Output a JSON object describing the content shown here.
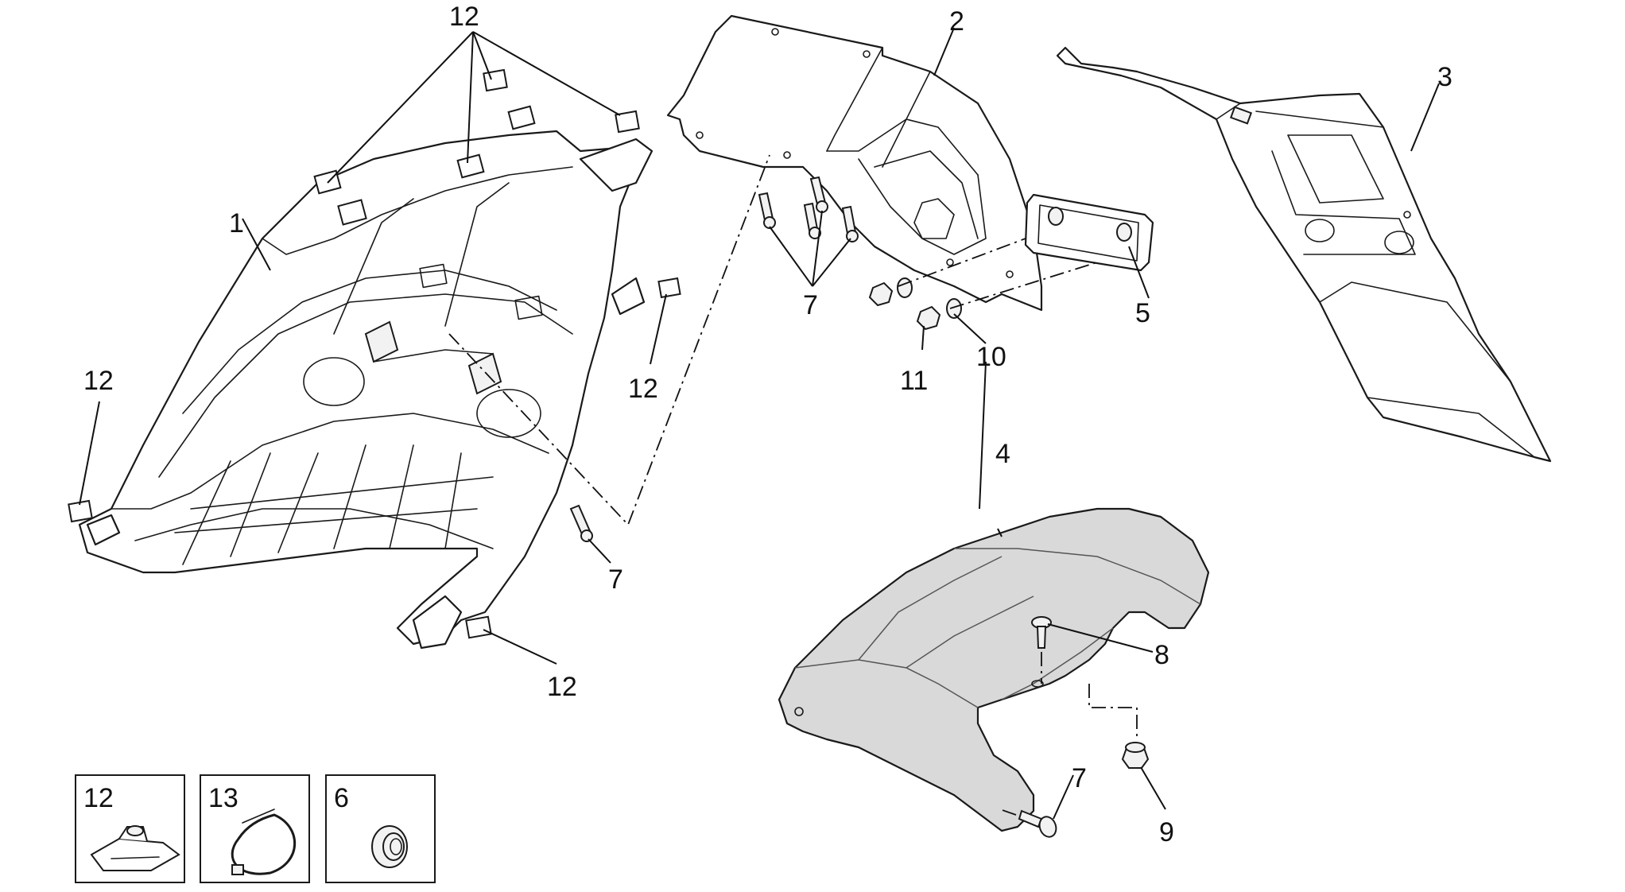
{
  "callouts": {
    "c1": "1",
    "c2": "2",
    "c3": "3",
    "c4": "4",
    "c5": "5",
    "c7a": "7",
    "c7b": "7",
    "c7c": "7",
    "c8": "8",
    "c9": "9",
    "c10": "10",
    "c11": "11",
    "c12_top": "12",
    "c12_left": "12",
    "c12_right": "12",
    "c12_bottom": "12"
  },
  "legend_boxes": [
    {
      "label": "12",
      "part": "clip nut"
    },
    {
      "label": "13",
      "part": "hose clamp"
    },
    {
      "label": "6",
      "part": "grommet"
    }
  ]
}
